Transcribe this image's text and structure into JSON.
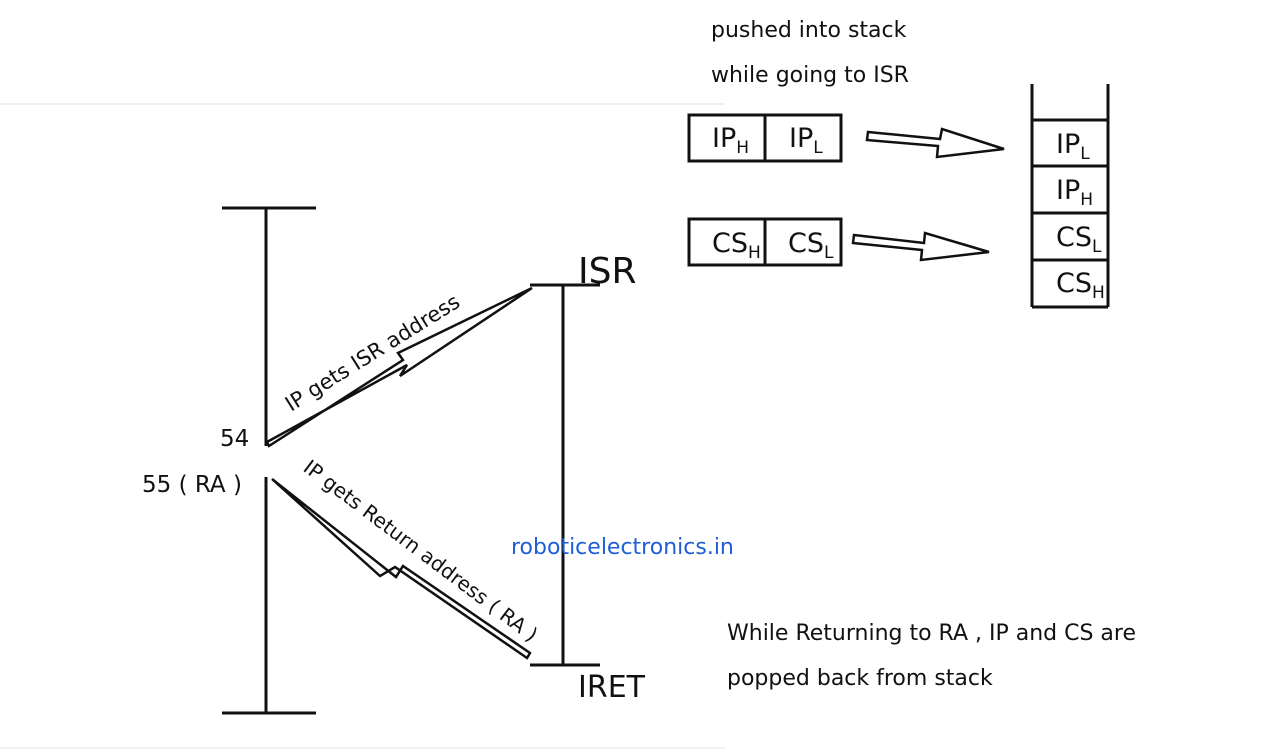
{
  "program": {
    "line_54": "54",
    "line_55": "55 ( RA )"
  },
  "isr": {
    "label": "ISR",
    "end_label": "IRET"
  },
  "arrows": {
    "to_isr": "IP gets ISR address",
    "to_return": "IP gets Return address ( RA )"
  },
  "push_note": {
    "line1": "pushed into stack",
    "line2": "while going to ISR"
  },
  "ip_register": {
    "high": {
      "base": "IP",
      "sub": "H"
    },
    "low": {
      "base": "IP",
      "sub": "L"
    }
  },
  "cs_register": {
    "high": {
      "base": "CS",
      "sub": "H"
    },
    "low": {
      "base": "CS",
      "sub": "L"
    }
  },
  "stack": {
    "slots": [
      {
        "base": "IP",
        "sub": "L"
      },
      {
        "base": "IP",
        "sub": "H"
      },
      {
        "base": "CS",
        "sub": "L"
      },
      {
        "base": "CS",
        "sub": "H"
      }
    ]
  },
  "pop_note": {
    "line1": "While Returning to RA , IP and CS are",
    "line2": "popped back from stack"
  },
  "watermark": "roboticelectronics.in"
}
